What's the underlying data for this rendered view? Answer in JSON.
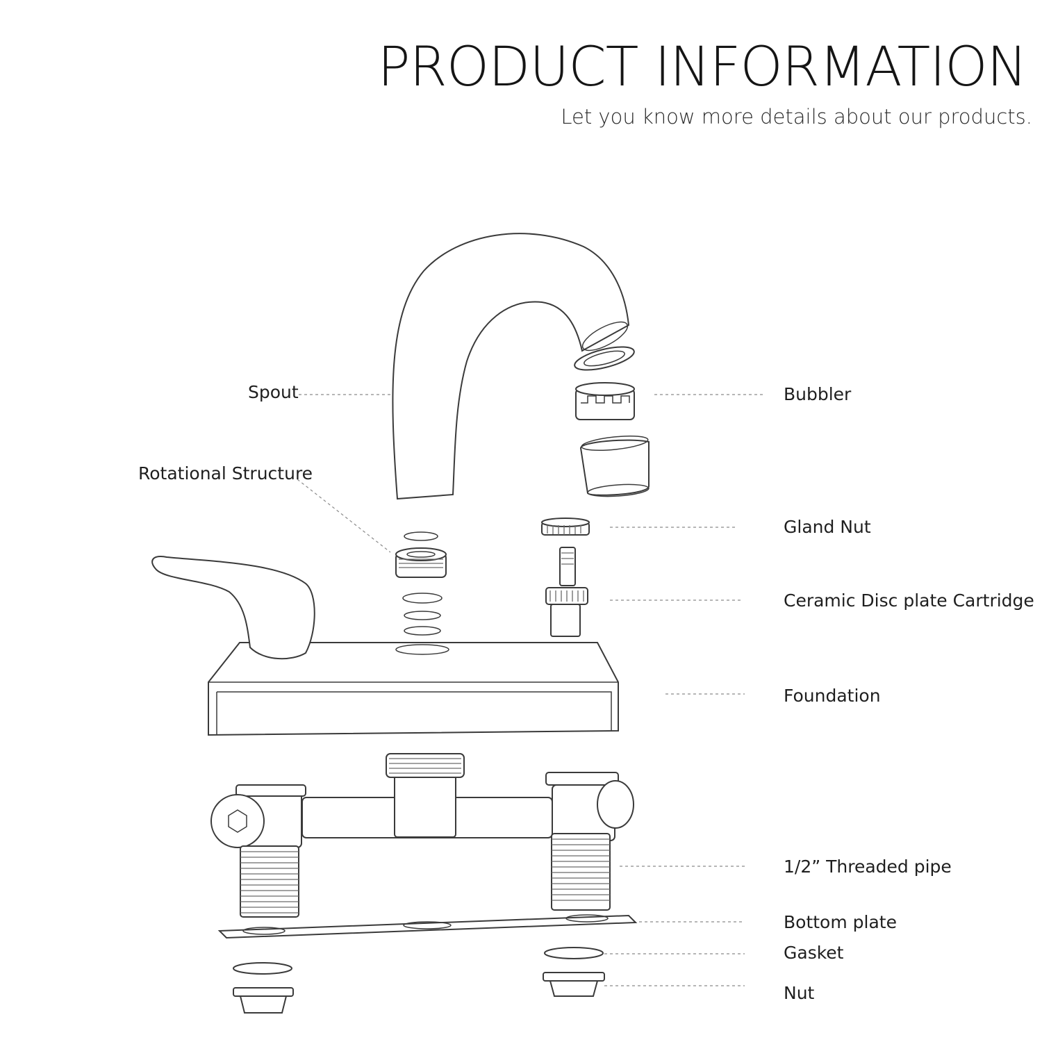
{
  "header": {
    "title": "PRODUCT INFORMATION",
    "subtitle": "Let you know more details about our products."
  },
  "labels": {
    "spout": "Spout",
    "rotational_structure": "Rotational Structure",
    "bubbler": "Bubbler",
    "gland_nut": "Gland Nut",
    "ceramic_cartridge": "Ceramic Disc plate Cartridge",
    "foundation": "Foundation",
    "threaded_pipe": "1/2” Threaded pipe",
    "bottom_plate": "Bottom plate",
    "gasket": "Gasket",
    "nut": "Nut"
  }
}
